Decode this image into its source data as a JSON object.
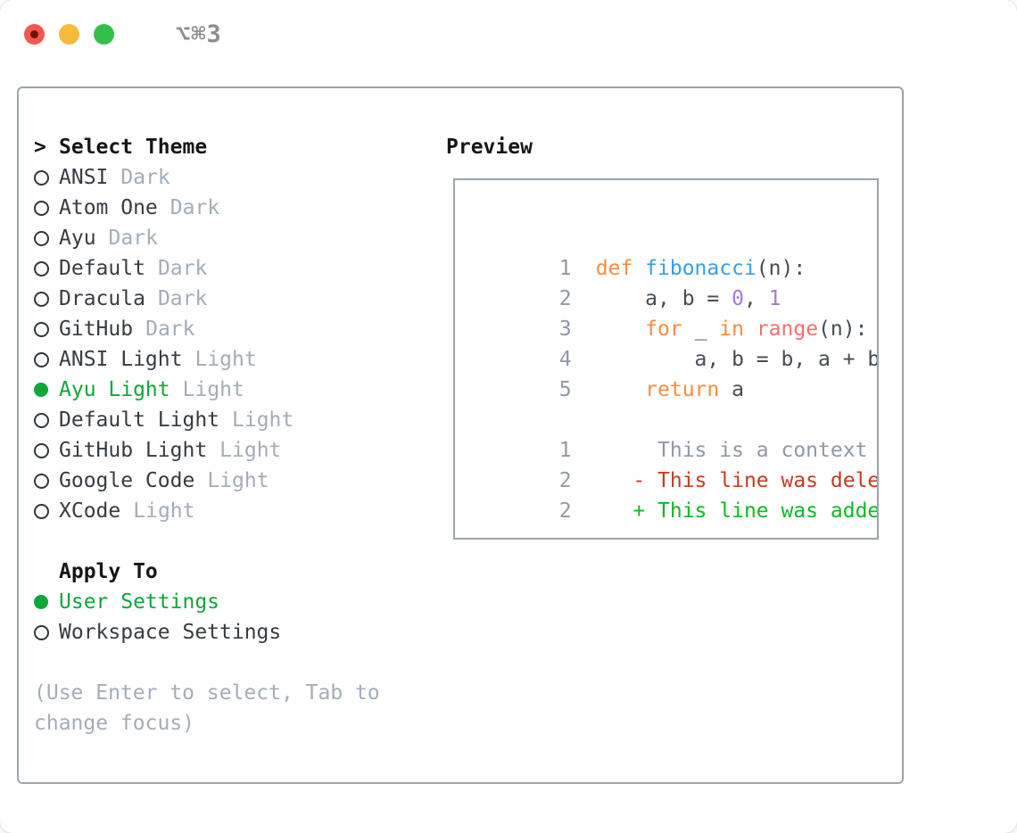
{
  "window": {
    "title": "⌥⌘3",
    "traffic_lights": [
      "close",
      "minimize",
      "zoom"
    ]
  },
  "ui_colors": {
    "traffic_red": "#f4574e",
    "traffic_yellow": "#f6ba3d",
    "traffic_green": "#33bf4a",
    "title_gray": "#8d8d8d",
    "panel_border": "#9aa4ae",
    "header_text": "#14171b",
    "item_name": "#363c43",
    "variant": "#a3adb8",
    "hint": "#a3adb8",
    "selected_green": "#0fa63a"
  },
  "theme_list": {
    "header_marker": ">",
    "header": "Select Theme",
    "items": [
      {
        "name": "ANSI",
        "variant": "Dark",
        "selected": false
      },
      {
        "name": "Atom One",
        "variant": "Dark",
        "selected": false
      },
      {
        "name": "Ayu",
        "variant": "Dark",
        "selected": false
      },
      {
        "name": "Default",
        "variant": "Dark",
        "selected": false
      },
      {
        "name": "Dracula",
        "variant": "Dark",
        "selected": false
      },
      {
        "name": "GitHub",
        "variant": "Dark",
        "selected": false
      },
      {
        "name": "ANSI Light",
        "variant": "Light",
        "selected": false
      },
      {
        "name": "Ayu Light",
        "variant": "Light",
        "selected": true
      },
      {
        "name": "Default Light",
        "variant": "Light",
        "selected": false
      },
      {
        "name": "GitHub Light",
        "variant": "Light",
        "selected": false
      },
      {
        "name": "Google Code",
        "variant": "Light",
        "selected": false
      },
      {
        "name": "XCode",
        "variant": "Light",
        "selected": false
      }
    ]
  },
  "apply_to": {
    "header": "Apply To",
    "options": [
      {
        "label": "User Settings",
        "selected": true
      },
      {
        "label": "Workspace Settings",
        "selected": false
      }
    ]
  },
  "hint": {
    "line1": "(Use Enter to select, Tab to",
    "line2": "change focus)"
  },
  "preview": {
    "header": "Preview",
    "colors": {
      "kw": "#fa8d3e",
      "fn": "#399ee6",
      "num": "#a37acc",
      "call": "#f07171",
      "fg": "#454c54",
      "ln": "#8f99a5",
      "ctx": "#8f99a5",
      "del": "#c53b24",
      "add": "#0fb925"
    },
    "lines": [
      {
        "num": "1",
        "tokens": [
          {
            "t": "def ",
            "c": "kw"
          },
          {
            "t": "fibonacci",
            "c": "fn"
          },
          {
            "t": "(n):",
            "c": "fg"
          }
        ]
      },
      {
        "num": "2",
        "tokens": [
          {
            "t": "    a, b = ",
            "c": "fg"
          },
          {
            "t": "0",
            "c": "num"
          },
          {
            "t": ", ",
            "c": "fg"
          },
          {
            "t": "1",
            "c": "num"
          }
        ]
      },
      {
        "num": "3",
        "tokens": [
          {
            "t": "    ",
            "c": "fg"
          },
          {
            "t": "for",
            "c": "kw"
          },
          {
            "t": " _ ",
            "c": "fg"
          },
          {
            "t": "in",
            "c": "kw"
          },
          {
            "t": " ",
            "c": "fg"
          },
          {
            "t": "range",
            "c": "call"
          },
          {
            "t": "(n):",
            "c": "fg"
          }
        ]
      },
      {
        "num": "4",
        "tokens": [
          {
            "t": "        a, b = b, a + b",
            "c": "fg"
          }
        ]
      },
      {
        "num": "5",
        "tokens": [
          {
            "t": "    ",
            "c": "fg"
          },
          {
            "t": "return",
            "c": "kw"
          },
          {
            "t": " a",
            "c": "fg"
          }
        ]
      },
      {
        "num": "",
        "tokens": []
      },
      {
        "num": "1",
        "tokens": [
          {
            "t": "     This is a context line.",
            "c": "ctx"
          }
        ]
      },
      {
        "num": "2",
        "tokens": [
          {
            "t": "   - This line was deleted.",
            "c": "del"
          }
        ]
      },
      {
        "num": "2",
        "tokens": [
          {
            "t": "   + This line was added.",
            "c": "add"
          }
        ]
      }
    ]
  }
}
